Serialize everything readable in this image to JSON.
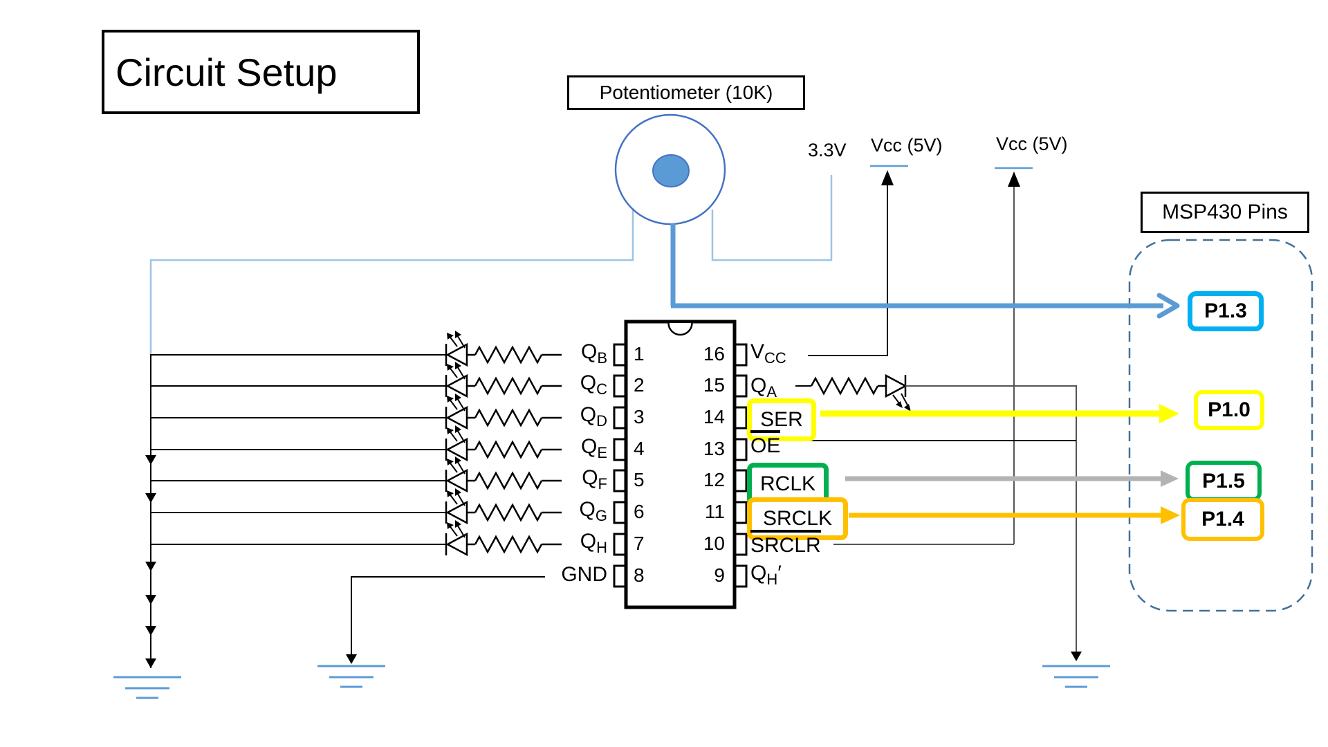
{
  "title": "Circuit Setup",
  "potentiometer": {
    "label": "Potentiometer (10K)"
  },
  "power": {
    "v33": "3.3V",
    "vcc1": "Vcc (5V)",
    "vcc2": "Vcc (5V)"
  },
  "msp": {
    "title": "MSP430 Pins",
    "pins": [
      {
        "label": "P1.3",
        "color": "#00B0F0",
        "source": "potentiometer wiper"
      },
      {
        "label": "P1.0",
        "color": "#FFFF00",
        "source": "SER"
      },
      {
        "label": "P1.5",
        "color": "#00B050",
        "source": "RCLK"
      },
      {
        "label": "P1.4",
        "color": "#FFC000",
        "source": "SRCLK"
      }
    ]
  },
  "ic": {
    "rows": [
      {
        "ln": "1",
        "rn": "16",
        "left": {
          "base": "Q",
          "sub": "B"
        },
        "right": {
          "base": "V",
          "sub": "CC"
        }
      },
      {
        "ln": "2",
        "rn": "15",
        "left": {
          "base": "Q",
          "sub": "C"
        },
        "right": {
          "base": "Q",
          "sub": "A"
        }
      },
      {
        "ln": "3",
        "rn": "14",
        "left": {
          "base": "Q",
          "sub": "D"
        },
        "right": {
          "base": "SER"
        }
      },
      {
        "ln": "4",
        "rn": "13",
        "left": {
          "base": "Q",
          "sub": "E"
        },
        "right": {
          "base": "OE"
        }
      },
      {
        "ln": "5",
        "rn": "12",
        "left": {
          "base": "Q",
          "sub": "F"
        },
        "right": {
          "base": "RCLK"
        }
      },
      {
        "ln": "6",
        "rn": "11",
        "left": {
          "base": "Q",
          "sub": "G"
        },
        "right": {
          "base": "SRCLK"
        }
      },
      {
        "ln": "7",
        "rn": "10",
        "left": {
          "base": "Q",
          "sub": "H"
        },
        "right": {
          "base": "SRCLR"
        }
      },
      {
        "ln": "8",
        "rn": "9",
        "left": {
          "base": "GND"
        },
        "right": {
          "base": "Q",
          "sub": "H",
          "suffix": "′"
        }
      }
    ]
  },
  "colors": {
    "pot_outline": "#4472C4",
    "pot_knob": "#5B9BD5",
    "wire_light_blue": "#9DC3E6",
    "wiper_arrow": "#5B9BD5",
    "dashed_box": "#41719C",
    "ser_highlight": "#FFFF00",
    "rclk_highlight": "#00B050",
    "srclk_highlight": "#FFC000",
    "p13_highlight": "#00B0F0",
    "gray_arrow": "#B3B3B3",
    "ground": "#5B9BD5"
  }
}
